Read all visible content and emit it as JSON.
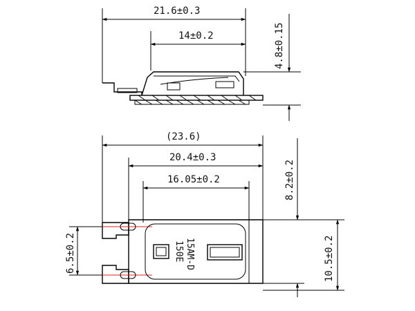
{
  "dimensions": {
    "top_overall_length": "21.6±0.3",
    "top_body_length": "14±0.2",
    "top_height": "4.8±0.15",
    "bottom_reference_length": "(23.6)",
    "bottom_overall_length": "20.4±0.3",
    "bottom_body_length": "16.05±0.2",
    "bottom_tab_height": "8.2±0.2",
    "bottom_body_width": "10.5±0.2",
    "terminal_spacing": "6.5±0.2"
  },
  "marking": {
    "line1": "15AM-D",
    "line2": "150E"
  }
}
